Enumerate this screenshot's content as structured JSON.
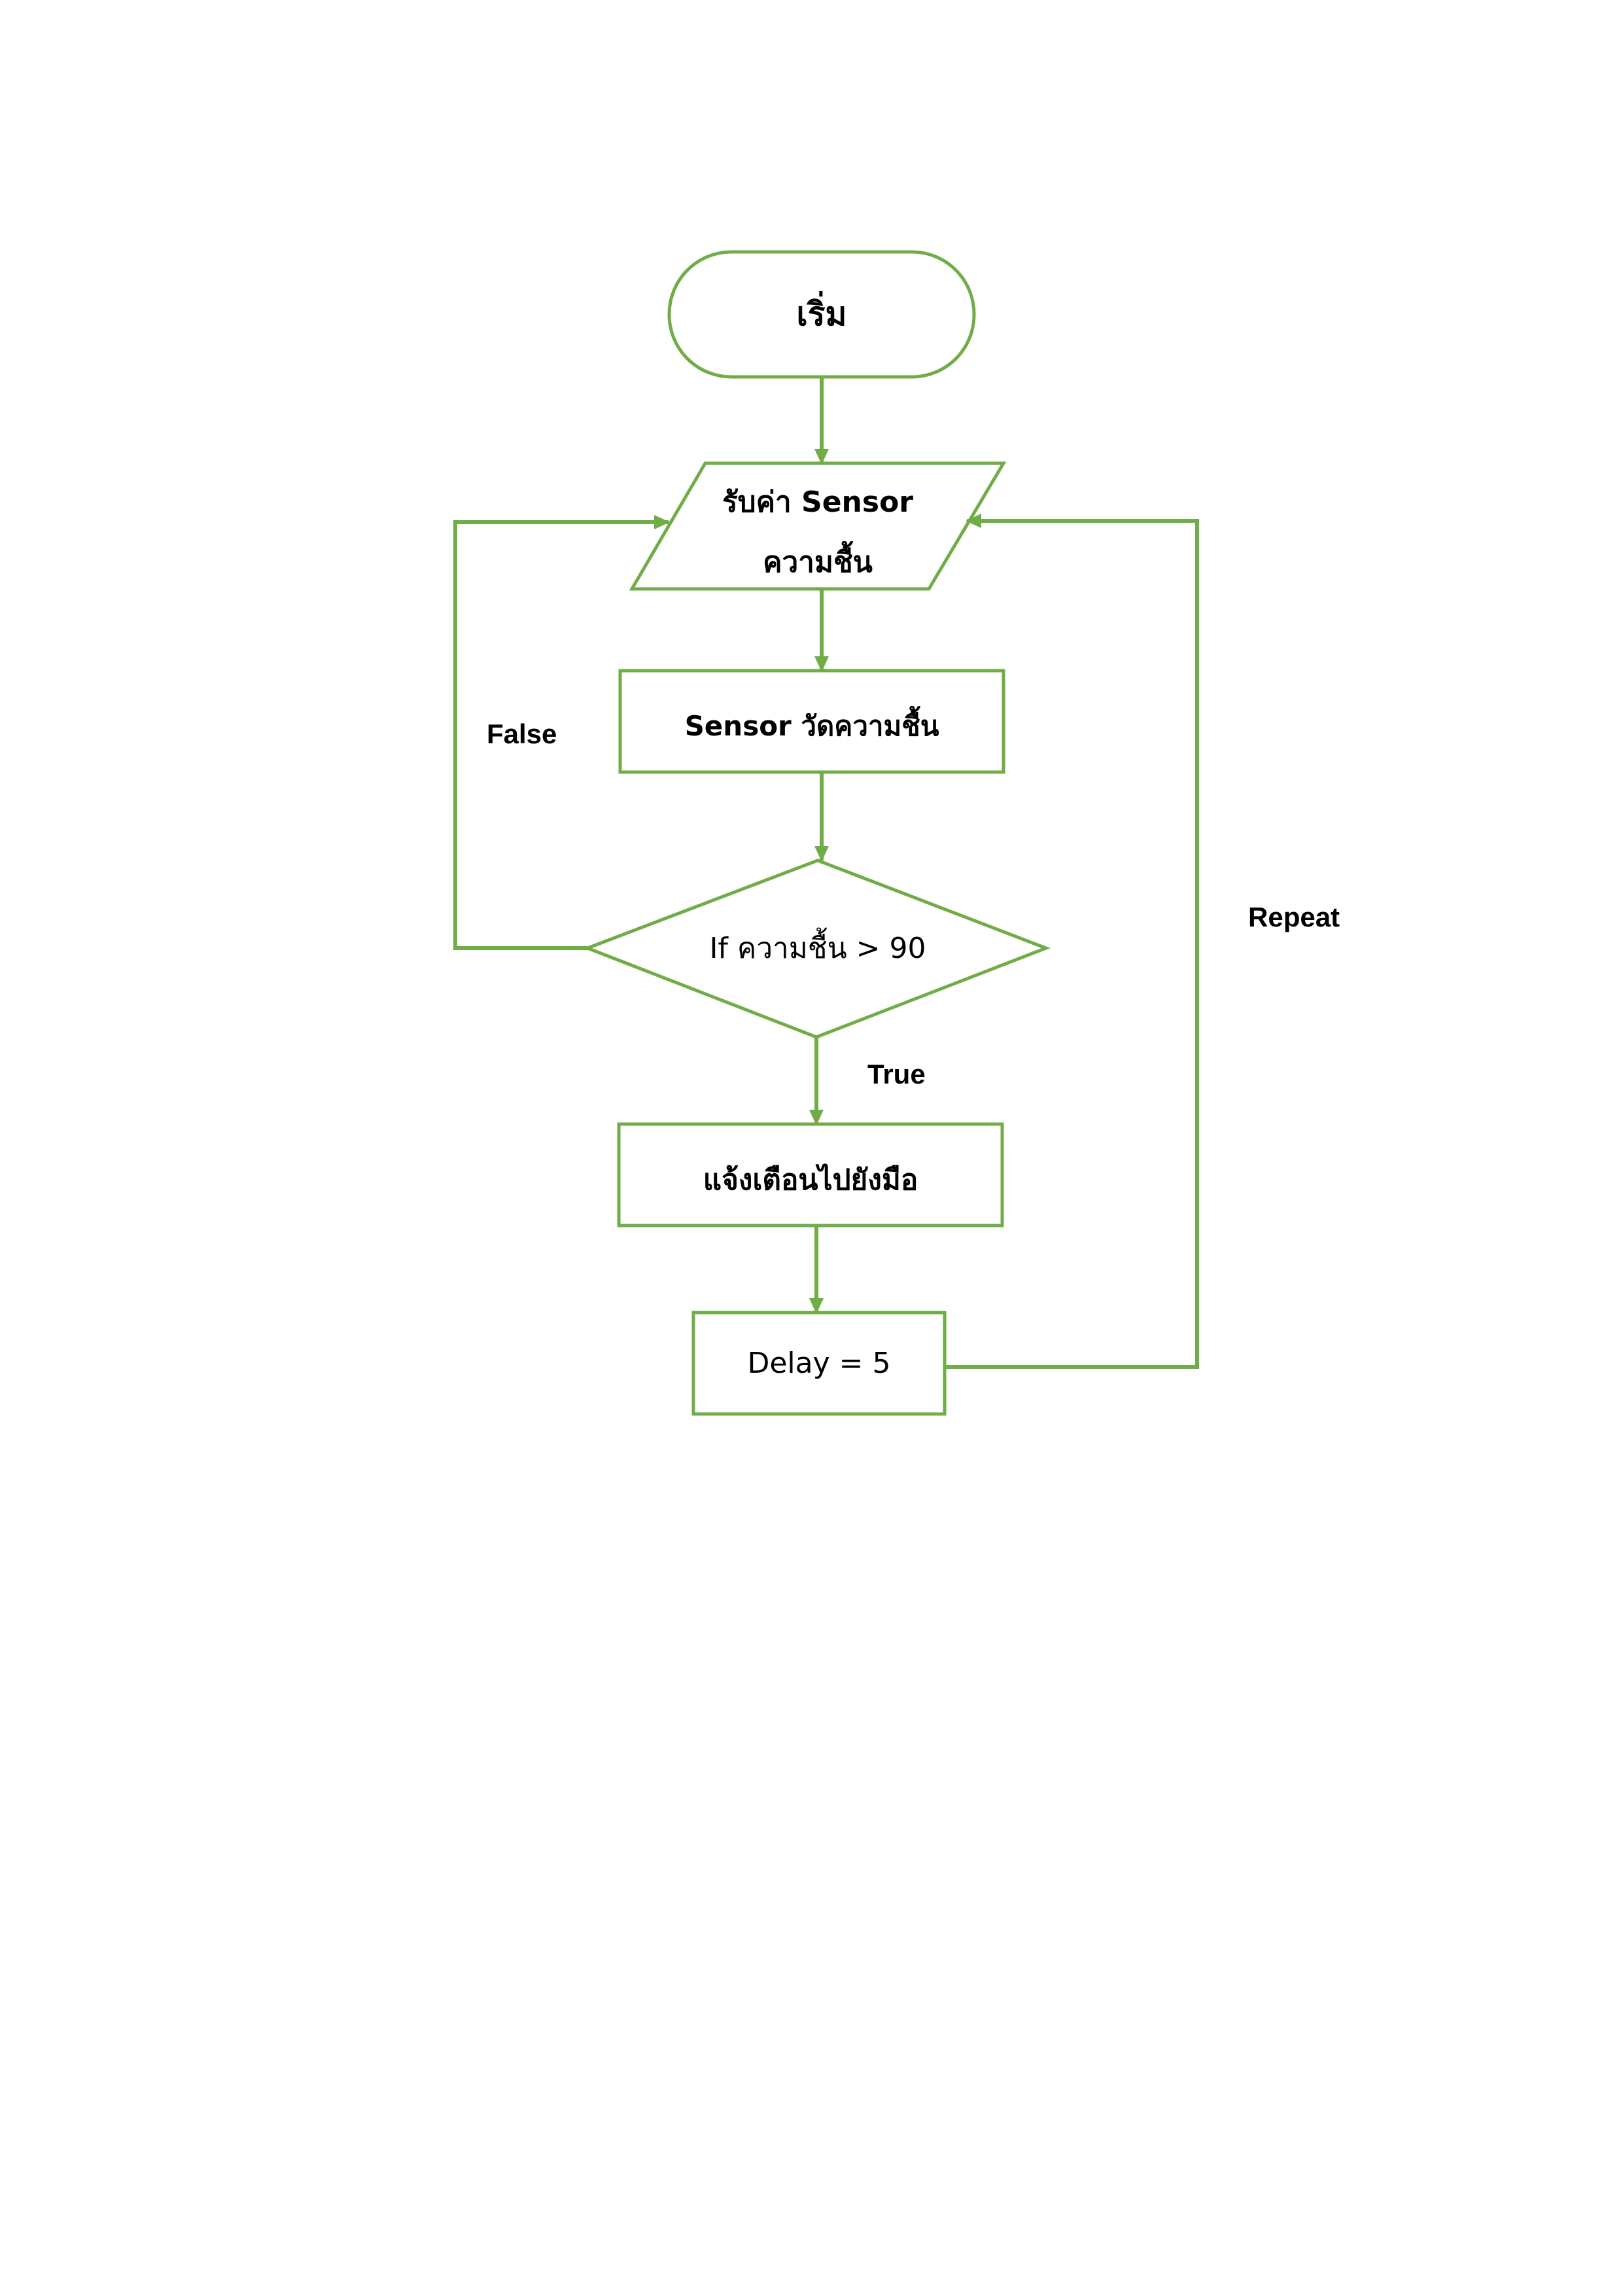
{
  "colors": {
    "stroke": "#70AD47",
    "text": "#000000",
    "background": "#FFFFFF"
  },
  "nodes": {
    "start": {
      "shape": "terminator",
      "text": "เริ่ม"
    },
    "input": {
      "shape": "parallelogram",
      "line1": "รับค่า Sensor",
      "line2": "ความชื้น"
    },
    "measure": {
      "shape": "process",
      "text": "Sensor วัดความชื้น"
    },
    "decision": {
      "shape": "decision",
      "text": "If ความชื้น > 90"
    },
    "notify": {
      "shape": "process",
      "text": "แจ้งเตือนไปยังมือ"
    },
    "delay": {
      "shape": "process",
      "text": "Delay = 5"
    }
  },
  "edges": {
    "false_label": "False",
    "true_label": "True",
    "repeat_label": "Repeat"
  }
}
